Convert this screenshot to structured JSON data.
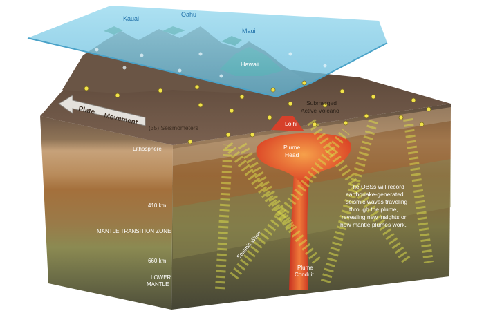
{
  "islands": {
    "kauai": "Kauai",
    "oahu": "Oahu",
    "maui": "Maui",
    "hawaii": "Hawaii"
  },
  "labels": {
    "plate_word1": "Plate",
    "plate_word2": "Movement",
    "seismometers": "(35) Seismometers",
    "submerged_line1": "Submerged",
    "submerged_line2": "Active Volcano",
    "loihi": "Loihi",
    "plume_head_line1": "Plume",
    "plume_head_line2": "Head",
    "lithosphere": "Lithosphere",
    "depth_410": "410 km",
    "mantle_transition": "MANTLE TRANSITION ZONE",
    "depth_660": "660 km",
    "lower_line1": "LOWER",
    "lower_line2": "MANTLE",
    "seismic_wave": "Seismic Wave",
    "plume_conduit_line1": "Plume",
    "plume_conduit_line2": "Conduit"
  },
  "note": {
    "line1": "The OBSs will record",
    "line2": "earthquake-generated",
    "line3": "seismic waves traveling",
    "line4": "through the plume,",
    "line5": "revealing new insights on",
    "line6": "how mantle plumes work."
  },
  "colors": {
    "ocean": "#7ccbe6",
    "crust": "#6b5646",
    "lithosphere": "#b9946a",
    "mantle_upper": "#a6723e",
    "transition": "#8a8450",
    "lower_mantle": "#5d5e44",
    "plume": "#e2502c",
    "wave": "#d9d84a",
    "text_label": "#3a2b20",
    "text_light": "#ffffff",
    "island_text": "#1e6fa8"
  }
}
